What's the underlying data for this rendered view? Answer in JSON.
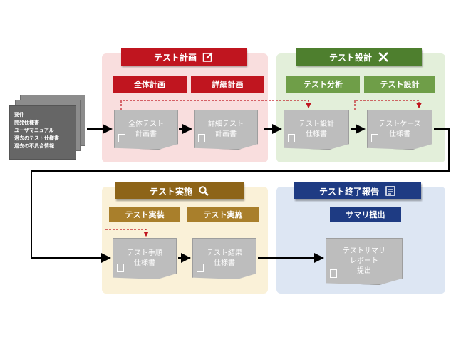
{
  "phases": {
    "planning": {
      "title": "テスト計画",
      "icon": "pencil-edit-icon",
      "tasks": [
        "全体計画",
        "詳細計画"
      ],
      "docs": [
        [
          "全体テスト",
          "計画書"
        ],
        [
          "詳細テスト",
          "計画書"
        ]
      ]
    },
    "design": {
      "title": "テスト設計",
      "icon": "tools-icon",
      "tasks": [
        "テスト分析",
        "テスト設計"
      ],
      "docs": [
        [
          "テスト設計",
          "仕様書"
        ],
        [
          "テストケース",
          "仕様書"
        ]
      ]
    },
    "execution": {
      "title": "テスト実施",
      "icon": "magnifier-icon",
      "tasks": [
        "テスト実装",
        "テスト実施"
      ],
      "docs": [
        [
          "テスト手順",
          "仕様書"
        ],
        [
          "テスト結果",
          "仕様書"
        ]
      ]
    },
    "completion": {
      "title": "テスト終了報告",
      "icon": "report-icon",
      "tasks": [
        "サマリ提出"
      ],
      "docs": [
        [
          "テストサマリ",
          "レポート",
          "提出"
        ]
      ]
    }
  },
  "input_docs": {
    "lines": [
      "要件",
      "開発仕様書",
      "ユーザマニュアル",
      "過去のテスト仕様書",
      "過去の不具合情報"
    ]
  },
  "colors": {
    "planning": "#c0151f",
    "design": "#4e7f2e",
    "execution": "#8d6418",
    "completion": "#1e3b83"
  }
}
